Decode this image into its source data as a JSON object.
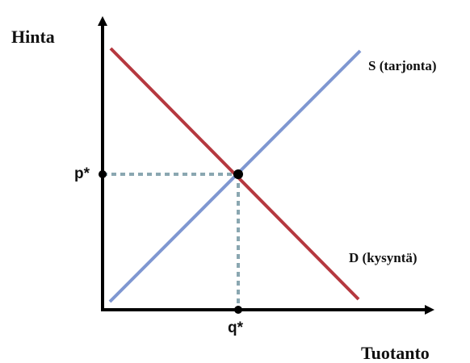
{
  "diagram": {
    "y_axis_label": "Hinta",
    "x_axis_label": "Tuotanto",
    "equilibrium_price_label": "p*",
    "equilibrium_quantity_label": "q*",
    "supply_label": "S (tarjonta)",
    "demand_label": "D (kysyntä)"
  },
  "colors": {
    "axes": "#000000",
    "supply": "#7f97d1",
    "demand": "#b5383f",
    "guides": "#8aa7b1",
    "background": "#ffffff"
  }
}
